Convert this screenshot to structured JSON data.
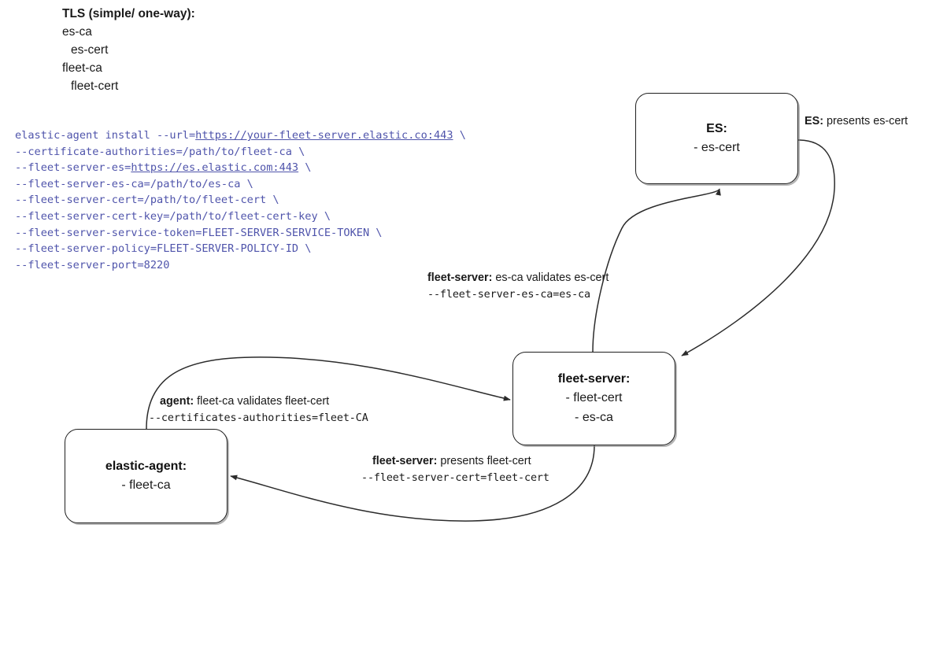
{
  "tls_note": {
    "title": "TLS (simple/ one-way):",
    "lines": [
      {
        "text": "es-ca",
        "indent": false
      },
      {
        "text": "es-cert",
        "indent": true
      },
      {
        "text": "fleet-ca",
        "indent": false
      },
      {
        "text": "fleet-cert",
        "indent": true
      }
    ]
  },
  "command": {
    "color": "#4f54ab",
    "lines": [
      {
        "pre": "elastic-agent install --url=",
        "link": "https://your-fleet-server.elastic.co:443",
        "post": " \\"
      },
      {
        "pre": "--certificate-authorities=/path/to/fleet-ca \\",
        "link": "",
        "post": ""
      },
      {
        "pre": "--fleet-server-es=",
        "link": "https://es.elastic.com:443",
        "post": " \\"
      },
      {
        "pre": "--fleet-server-es-ca=/path/to/es-ca \\",
        "link": "",
        "post": ""
      },
      {
        "pre": "--fleet-server-cert=/path/to/fleet-cert \\",
        "link": "",
        "post": ""
      },
      {
        "pre": "--fleet-server-cert-key=/path/to/fleet-cert-key \\",
        "link": "",
        "post": ""
      },
      {
        "pre": "--fleet-server-service-token=FLEET-SERVER-SERVICE-TOKEN \\",
        "link": "",
        "post": ""
      },
      {
        "pre": "--fleet-server-policy=FLEET-SERVER-POLICY-ID \\",
        "link": "",
        "post": ""
      },
      {
        "pre": "--fleet-server-port=8220",
        "link": "",
        "post": ""
      }
    ]
  },
  "nodes": {
    "es": {
      "title": "ES:",
      "lines": [
        "- es-cert"
      ]
    },
    "fleet": {
      "title": "fleet-server:",
      "lines": [
        "- fleet-cert",
        "- es-ca"
      ]
    },
    "agent": {
      "title": "elastic-agent:",
      "lines": [
        "- fleet-ca"
      ]
    }
  },
  "edges": {
    "es_presents": {
      "actor": "ES:",
      "text": " presents es-cert",
      "mono": ""
    },
    "fleet_validates": {
      "actor": "fleet-server:",
      "text": " es-ca validates es-cert",
      "mono": "--fleet-server-es-ca=es-ca"
    },
    "agent_validates": {
      "actor": "agent:",
      "text": " fleet-ca validates fleet-cert",
      "mono": "--certificates-authorities=fleet-CA"
    },
    "fleet_presents": {
      "actor": "fleet-server:",
      "text": " presents fleet-cert",
      "mono": "--fleet-server-cert=fleet-cert"
    }
  },
  "style": {
    "stroke": "#2b2b2b",
    "box_border": "#1f1f1f",
    "text": "#1a1a1a"
  }
}
